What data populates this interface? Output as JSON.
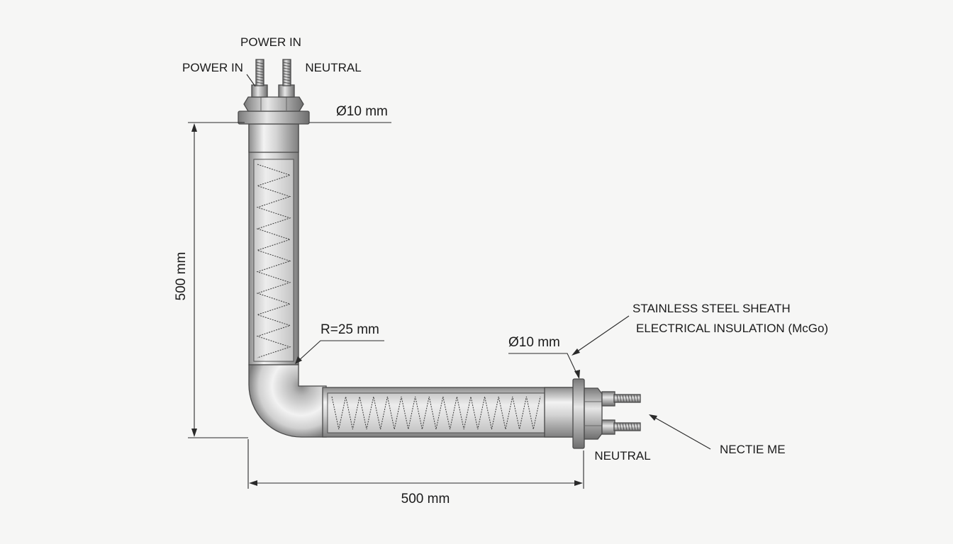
{
  "labels": {
    "top_power_in": "POWER IN",
    "top_power_in_2": "POWER IN",
    "top_neutral": "NEUTRAL",
    "top_diameter": "Ø10 mm",
    "vertical_length": "500 mm",
    "bend_radius": "R=25 mm",
    "right_diameter": "Ø10 mm",
    "sheath": "STAINLESS STEEL SHEATH",
    "insulation": "ELECTRICAL INSULATION (McGo)",
    "right_neutral": "NEUTRAL",
    "right_other": "NECTIE ME",
    "horizontal_length": "500 mm"
  },
  "colors": {
    "background": "#f6f6f5",
    "metal_light": "#f2f2f2",
    "metal_mid": "#c9c9c9",
    "metal_dark": "#8a8a8a",
    "line": "#2a2a2a"
  }
}
